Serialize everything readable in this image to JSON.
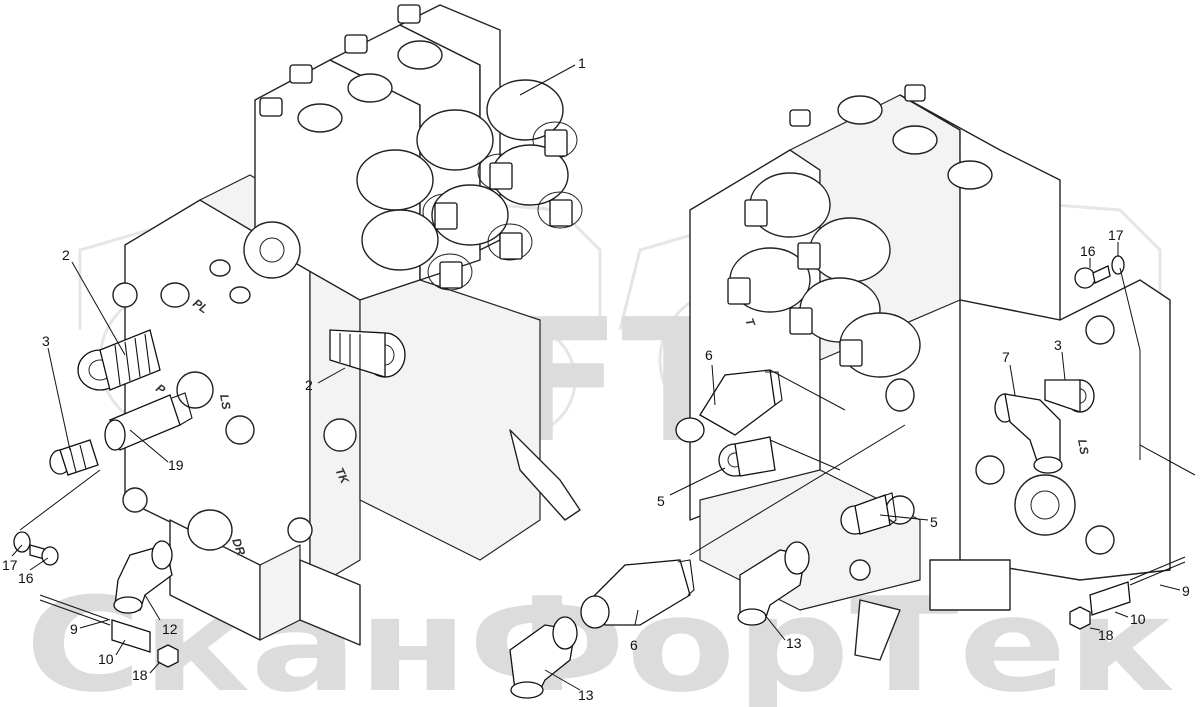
{
  "watermark": {
    "logo_text": "SFT",
    "brand_text": "СканФорТек",
    "color": "#d9d9d9"
  },
  "port_labels": [
    "PL",
    "LS",
    "P",
    "TK",
    "DR",
    "LS",
    "T"
  ],
  "callouts": [
    "1",
    "2",
    "2",
    "3",
    "19",
    "17",
    "16",
    "9",
    "10",
    "18",
    "12",
    "6",
    "5",
    "13",
    "6",
    "13",
    "5",
    "16",
    "17",
    "7",
    "3",
    "9",
    "10",
    "18"
  ],
  "colors": {
    "line": "#222222",
    "background": "#ffffff"
  }
}
